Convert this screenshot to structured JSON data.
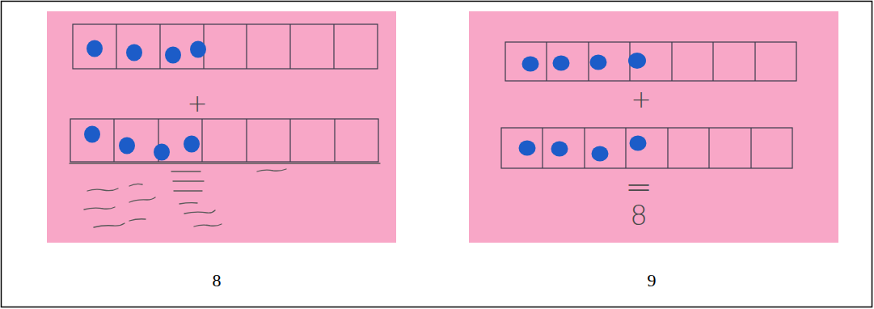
{
  "diagram": {
    "nodes": [
      {
        "text": [
          "+"
        ]
      },
      {
        "text": [
          "+",
          "=",
          "8"
        ]
      }
    ],
    "labels": [
      "8",
      "9"
    ]
  }
}
